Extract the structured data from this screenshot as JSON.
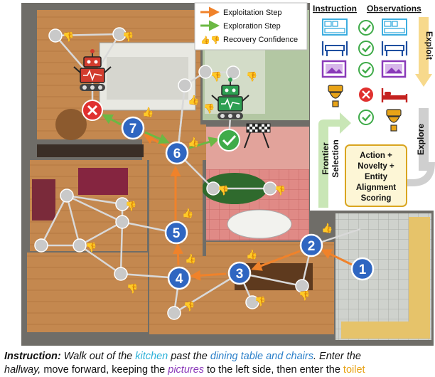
{
  "legend": {
    "exploitation": "Exploitation Step",
    "exploration": "Exploration Step",
    "recovery": "Recovery Confidence"
  },
  "panel": {
    "instruction_header": "Instruction",
    "observations_header": "Observations",
    "exploit_label": "Exploit",
    "explore_label": "Explore",
    "frontier_line1": "Frontier",
    "frontier_line2": "Selection",
    "scoring_line1": "Action +",
    "scoring_line2": "Novelty +",
    "scoring_line3": "Entity",
    "scoring_line4": "Alignment",
    "scoring_line5": "Scoring"
  },
  "steps": {
    "s1": "1",
    "s2": "2",
    "s3": "3",
    "s4": "4",
    "s5": "5",
    "s6": "6",
    "s7": "7"
  },
  "caption": {
    "label": "Instruction:",
    "p1": " Walk out of the ",
    "kitchen": "kitchen",
    "p2": " past the ",
    "dining": "dining table and chairs",
    "p3": ". Enter the",
    "p4": "hallway,",
    "p5": " move forward, keeping the ",
    "pictures": "pictures",
    "p6": " to the left side, then enter the ",
    "toilet": "toilet"
  },
  "colors": {
    "exploitation": "#f0822a",
    "exploration": "#6bb844",
    "step_node": "#2f66c1",
    "success": "#3fab49",
    "failure": "#e0312f",
    "scoring_box": "#fdf6d6",
    "scoring_border": "#d9a520"
  }
}
